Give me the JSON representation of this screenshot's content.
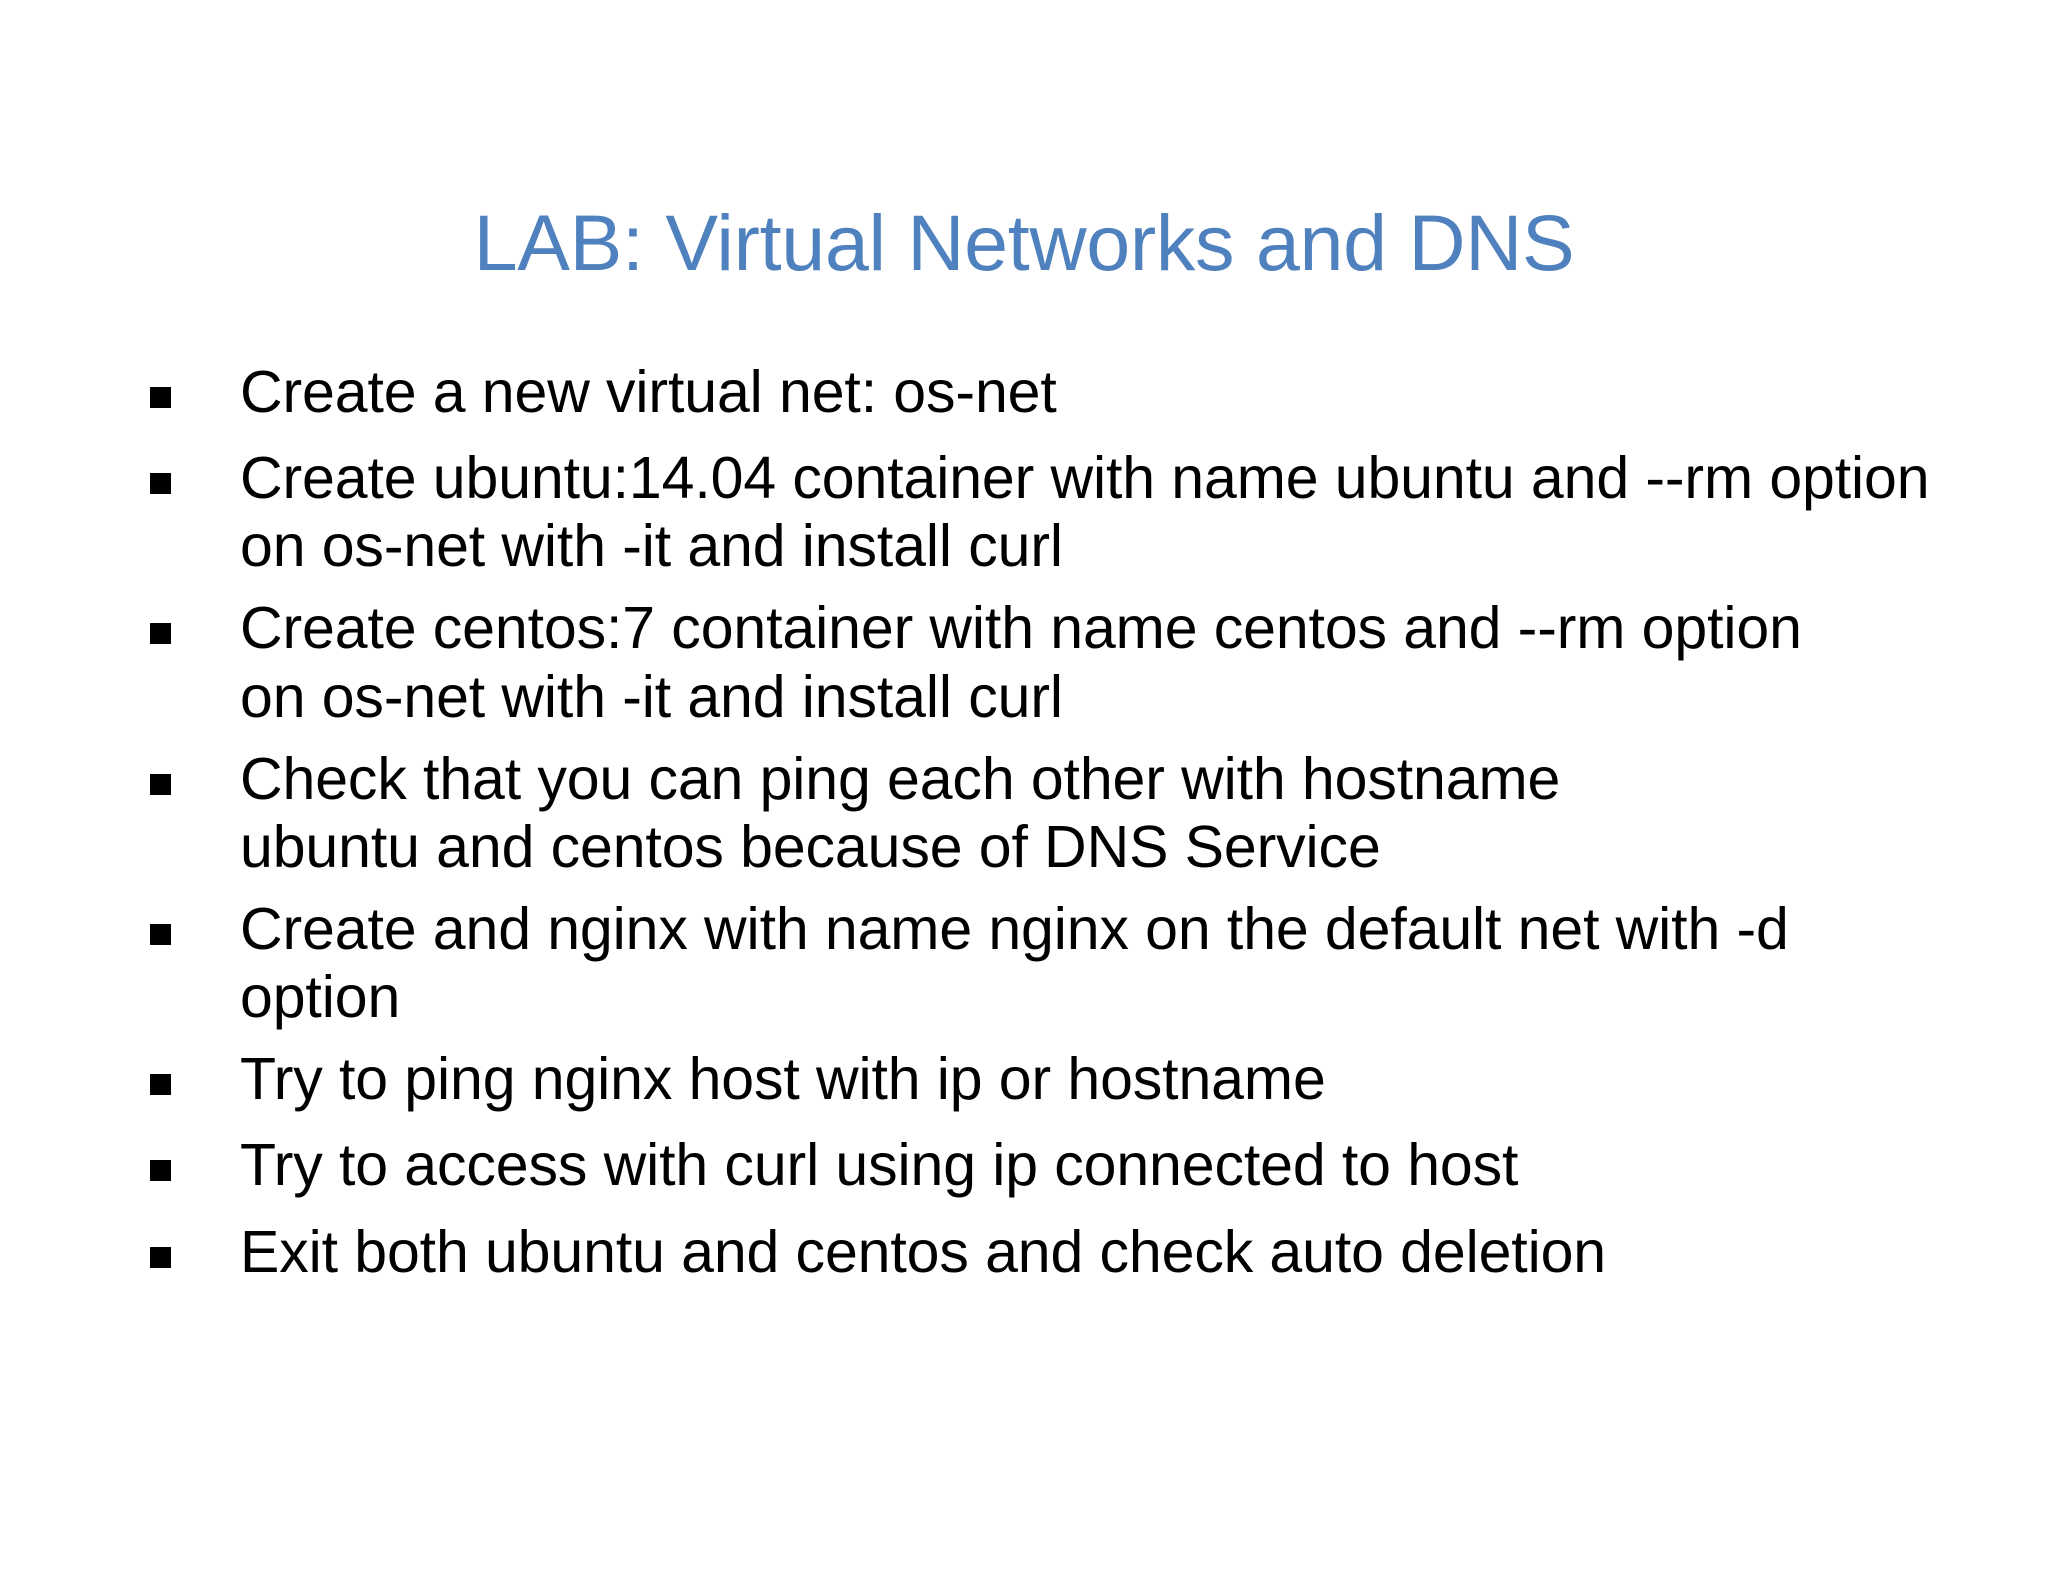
{
  "slide": {
    "background_color": "#ffffff",
    "title": "LAB: Virtual Networks and DNS",
    "title_color": "#4E81BD",
    "body_text_color": "#000000",
    "bullet_glyph": "square-bullet",
    "bullets": [
      {
        "text": "Create a new virtual net: os-net"
      },
      {
        "text": "Create ubuntu:14.04 container with name ubuntu and --rm option on os-net with -it and install curl"
      },
      {
        "text": "Create centos:7 container with name centos and --rm option on os-net with -it and install curl"
      },
      {
        "text": "Check that you can ping each other with hostname ubuntu and centos because of DNS Service"
      },
      {
        "text": "Create and nginx with name nginx on the default net with -d option"
      },
      {
        "text": "Try to ping nginx host with ip or hostname"
      },
      {
        "text": "Try to access with curl using ip connected to host"
      },
      {
        "text": "Exit both ubuntu and centos and check auto deletion"
      }
    ]
  }
}
